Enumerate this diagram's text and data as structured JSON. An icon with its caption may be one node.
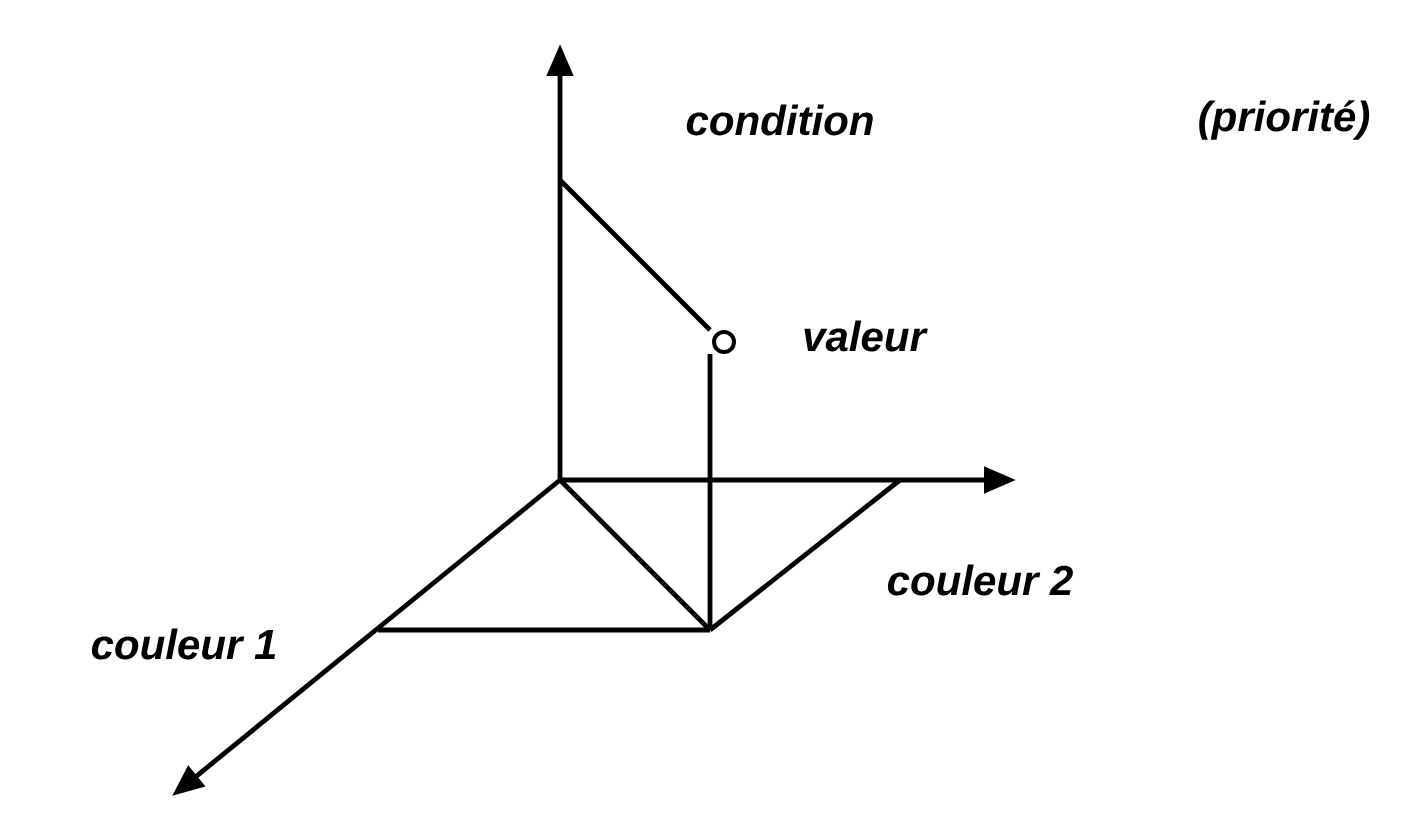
{
  "diagram": {
    "labels": [
      "condition",
      "(priorité)",
      "valeur",
      "couleur 2",
      "couleur 1"
    ]
  }
}
